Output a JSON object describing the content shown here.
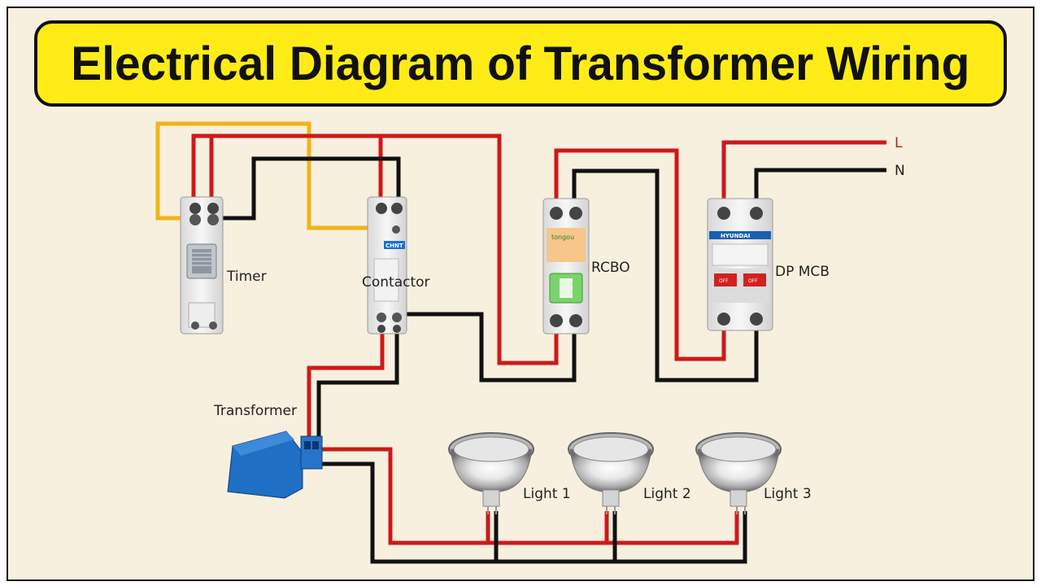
{
  "title": "Electrical Diagram of Transformer Wiring",
  "labels": {
    "timer": "Timer",
    "contactor": "Contactor",
    "rcbo": "RCBO",
    "dp_mcb": "DP MCB",
    "transformer": "Transformer",
    "light_1": "Light 1",
    "light_2": "Light 2",
    "light_3": "Light 3",
    "supply_l": "L",
    "supply_n": "N"
  },
  "device_marks": {
    "contactor_brand": "CHNT",
    "rcbo_brand": "tongou",
    "mcb_brand": "HYUNDAI",
    "mcb_off_left": "OFF",
    "mcb_off_right": "OFF"
  },
  "colors": {
    "live_wire": "#d01818",
    "neutral_wire": "#111111",
    "control_wire": "#f2b21a",
    "title_bg": "#ffec17",
    "transformer_body": "#1f6fc4"
  }
}
